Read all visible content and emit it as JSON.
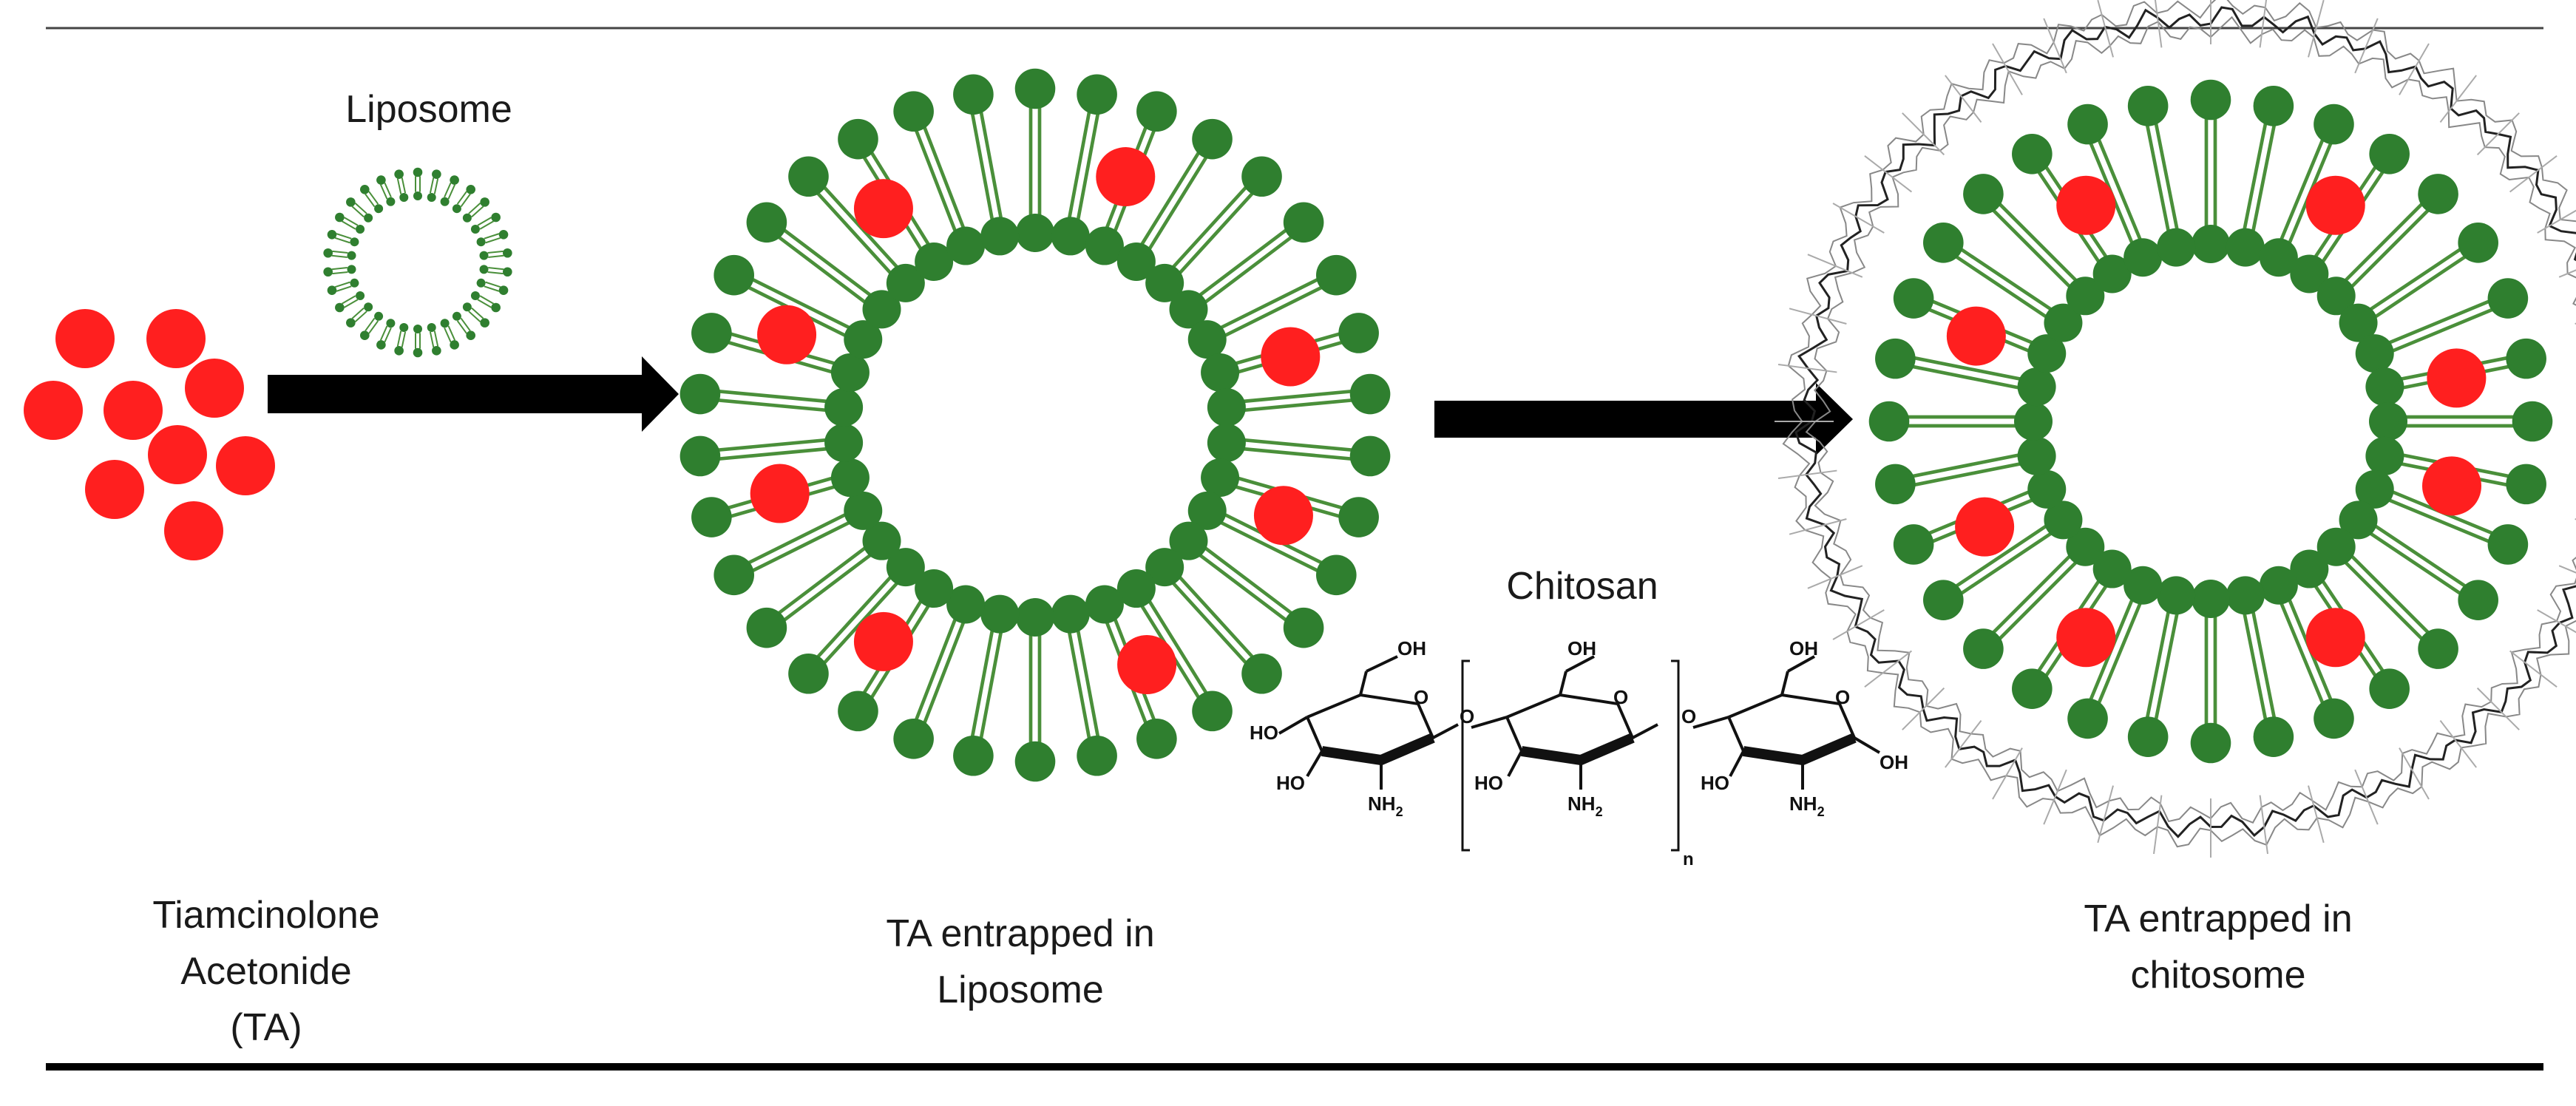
{
  "labels": {
    "liposome": "Liposome",
    "ta": [
      "Tiamcinolone",
      "Acetonide",
      "(TA)"
    ],
    "ta_liposome": [
      "TA entrapped in",
      "Liposome"
    ],
    "chitosan": "Chitosan",
    "ta_chitosome": [
      "TA entrapped in",
      "chitosome"
    ]
  },
  "chitosan_structure": {
    "hydroxyl": "OH",
    "hydroxyl_left": "HO",
    "amine": "NH",
    "amine_subscript": "2",
    "ether_oxygen": "O",
    "repeat_n": "n"
  },
  "colors": {
    "drug": "#ff1f1f",
    "lipid_head": "#2f7f2f",
    "lipid_tail": "#4a8f3a",
    "arrow": "#000000",
    "chitosan_coat": "#333333",
    "rule": "#000000"
  },
  "icons": {
    "drug_particle": "red-sphere",
    "lipid": "phospholipid",
    "arrow": "right-arrow"
  }
}
